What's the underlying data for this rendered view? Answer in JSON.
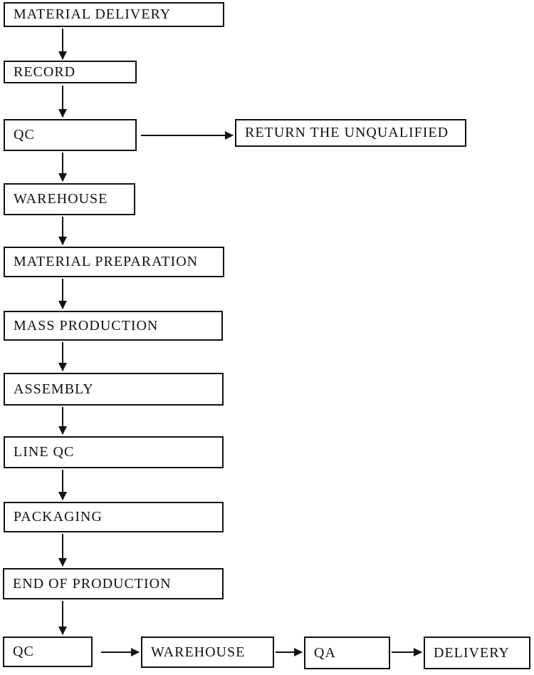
{
  "diagram": {
    "type": "flowchart",
    "background_color": "#ffffff",
    "box_border_color": "#111111",
    "line_color": "#111111",
    "text_color": "#111111",
    "nodes": [
      {
        "id": "material-delivery",
        "label": "MATERIAL DELIVERY"
      },
      {
        "id": "record",
        "label": "RECORD"
      },
      {
        "id": "qc-incoming",
        "label": "QC"
      },
      {
        "id": "return-the-unqualified",
        "label": "RETURN THE UNQUALIFIED"
      },
      {
        "id": "warehouse-in",
        "label": "WAREHOUSE"
      },
      {
        "id": "material-preparation",
        "label": "MATERIAL PREPARATION"
      },
      {
        "id": "mass-production",
        "label": "MASS PRODUCTION"
      },
      {
        "id": "assembly",
        "label": "ASSEMBLY"
      },
      {
        "id": "line-qc",
        "label": "LINE QC"
      },
      {
        "id": "packaging",
        "label": "PACKAGING"
      },
      {
        "id": "end-of-production",
        "label": "END OF PRODUCTION"
      },
      {
        "id": "qc-final",
        "label": "QC"
      },
      {
        "id": "warehouse-out",
        "label": "WAREHOUSE"
      },
      {
        "id": "qa",
        "label": "QA"
      },
      {
        "id": "delivery",
        "label": "DELIVERY"
      }
    ],
    "edges": [
      {
        "from": "material-delivery",
        "to": "record"
      },
      {
        "from": "record",
        "to": "qc-incoming"
      },
      {
        "from": "qc-incoming",
        "to": "return-the-unqualified"
      },
      {
        "from": "qc-incoming",
        "to": "warehouse-in"
      },
      {
        "from": "warehouse-in",
        "to": "material-preparation"
      },
      {
        "from": "material-preparation",
        "to": "mass-production"
      },
      {
        "from": "mass-production",
        "to": "assembly"
      },
      {
        "from": "assembly",
        "to": "line-qc"
      },
      {
        "from": "line-qc",
        "to": "packaging"
      },
      {
        "from": "packaging",
        "to": "end-of-production"
      },
      {
        "from": "end-of-production",
        "to": "qc-final"
      },
      {
        "from": "qc-final",
        "to": "warehouse-out"
      },
      {
        "from": "warehouse-out",
        "to": "qa"
      },
      {
        "from": "qa",
        "to": "delivery"
      }
    ]
  }
}
